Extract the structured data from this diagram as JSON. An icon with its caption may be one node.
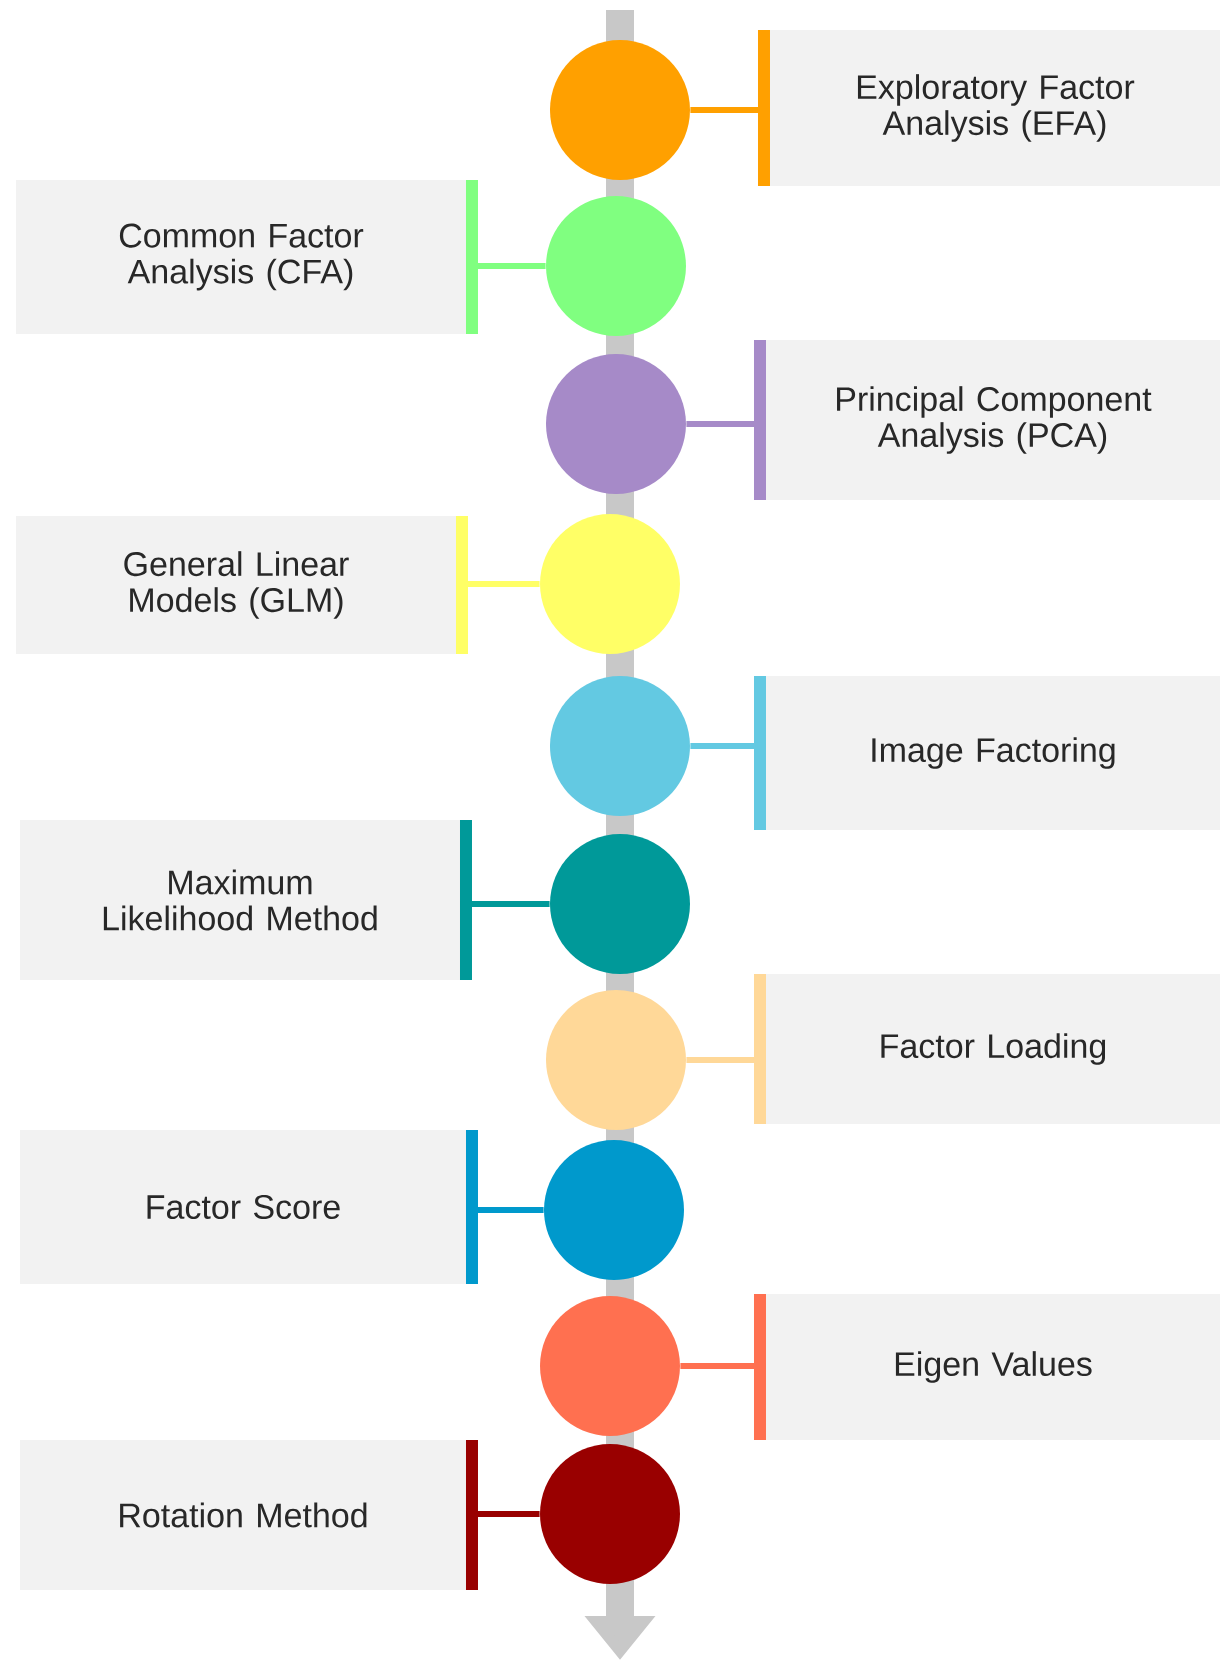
{
  "diagram": {
    "nodes": [
      {
        "text": [
          "Exploratory Factor Analysis (EFA)"
        ]
      },
      {
        "text": [],
        "shape": "circle"
      },
      {
        "text": [
          "Common Factor Analysis (CFA)"
        ]
      },
      {
        "text": [],
        "shape": "circle"
      },
      {
        "text": [
          "Principal Component Analysis (PCA)"
        ]
      },
      {
        "text": [],
        "shape": "circle"
      },
      {
        "text": [
          "General Linear Models (GLM)"
        ]
      },
      {
        "text": [],
        "shape": "circle"
      },
      {
        "text": [
          "Image Factoring"
        ]
      },
      {
        "text": [],
        "shape": "circle"
      },
      {
        "text": [
          "Maximum Likelihood Method"
        ]
      },
      {
        "text": [],
        "shape": "circle"
      },
      {
        "text": [
          "Factor Loading"
        ]
      },
      {
        "text": [],
        "shape": "circle"
      },
      {
        "text": [
          "Factor Score"
        ]
      },
      {
        "text": [],
        "shape": "circle"
      },
      {
        "text": [
          "Eigen Values"
        ]
      },
      {
        "text": [],
        "shape": "circle"
      },
      {
        "text": [
          "Rotation Method"
        ]
      },
      {
        "text": [],
        "shape": "circle"
      }
    ],
    "edges": [
      {
        "from": 1,
        "to": 0,
        "arrow": "none",
        "color": "#ffa000"
      },
      {
        "from": 3,
        "to": 2,
        "arrow": "none",
        "color": "#80ff80"
      },
      {
        "from": 5,
        "to": 4,
        "arrow": "none",
        "color": "#a68ac8"
      },
      {
        "from": 7,
        "to": 6,
        "arrow": "none",
        "color": "#ffff66"
      },
      {
        "from": 9,
        "to": 8,
        "arrow": "none",
        "color": "#63c9e2"
      },
      {
        "from": 11,
        "to": 10,
        "arrow": "none",
        "color": "#009999"
      },
      {
        "from": 13,
        "to": 12,
        "arrow": "none",
        "color": "#ffd898"
      },
      {
        "from": 15,
        "to": 14,
        "arrow": "none",
        "color": "#0099cc"
      },
      {
        "from": 17,
        "to": 16,
        "arrow": "none",
        "color": "#ff7050"
      },
      {
        "from": 19,
        "to": 18,
        "arrow": "none",
        "color": "#990000"
      }
    ]
  }
}
